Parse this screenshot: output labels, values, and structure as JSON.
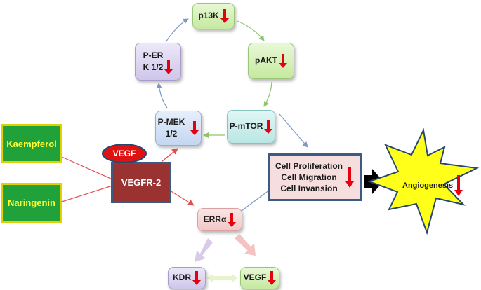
{
  "nodes": {
    "p13k": "p13K",
    "pakt": "pAKT",
    "perk": "P-ER\nK 1/2",
    "pmek": "P-MEK\n1/2",
    "pmtor": "P-mTOR",
    "erra": "ERRα",
    "kdr": "KDR",
    "vegf_lower": "VEGF"
  },
  "compounds": {
    "kaempferol": "Kaempferol",
    "naringenin": "Naringenin"
  },
  "receptor": {
    "label": "VEGFR-2",
    "ligand": "VEGF"
  },
  "outcomes": {
    "label": "Cell Proliferation\nCell Migration\nCell Invansion"
  },
  "angiogenesis": {
    "label": "Angiogenesis"
  },
  "colors": {
    "compound_fill": "#21a13a",
    "compound_border": "#e1d100",
    "compound_text": "#ffff33",
    "receptor_fill": "#9b3232",
    "ligand_fill": "#e01111",
    "down_arrow": "#e3000f",
    "burst_fill": "#ffff1a",
    "big_arrow": "#000000"
  }
}
